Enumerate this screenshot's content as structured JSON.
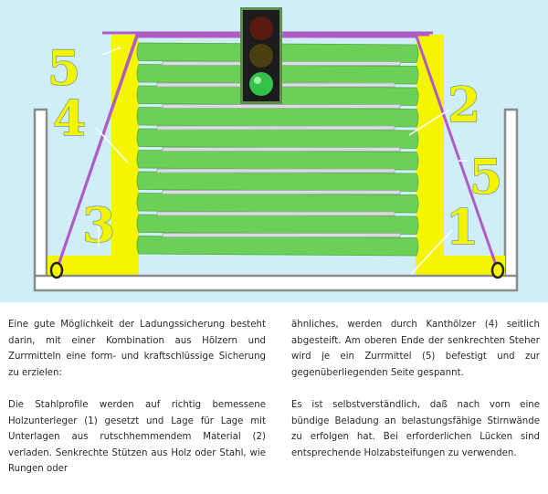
{
  "figure": {
    "labels": {
      "one": "1",
      "two": "2",
      "three": "3",
      "four": "4",
      "five_left": "5",
      "five_right": "5"
    },
    "traffic_light": [
      "red-light",
      "amber-light",
      "green-light"
    ],
    "colors": {
      "background": "#cfeef8",
      "post": "#f5f500",
      "load": "#6ccf58",
      "strap": "#b05cc4",
      "frame": "#a8a8a8"
    }
  },
  "text": {
    "left": [
      "Eine gute Möglichkeit der Ladungssicherung besteht darin, mit einer Kombination aus Hölzern und Zurrmitteln eine form- und kraftschlüssige Sicherung zu erzielen:",
      "Die Stahlprofile werden auf richtig bemessene Holzunterleger (1) gesetzt und Lage für Lage mit Unterlagen aus rutschhemmendem Material (2) verladen. Senkrechte Stützen aus Holz oder Stahl, wie Rungen oder"
    ],
    "right": [
      "ähnliches, werden durch Kanthölzer (4) seitlich abgesteift. Am oberen Ende der senkrechten Steher wird je ein Zurrmittel (5) befestigt und zur gegenüberliegenden Seite gespannt.",
      "Es ist selbstverständlich, daß nach vorn eine bündige Beladung an belastungsfähige Stirnwände zu erfolgen hat. Bei erforderlichen Lücken sind entsprechende Holzabsteifungen zu verwenden."
    ]
  }
}
